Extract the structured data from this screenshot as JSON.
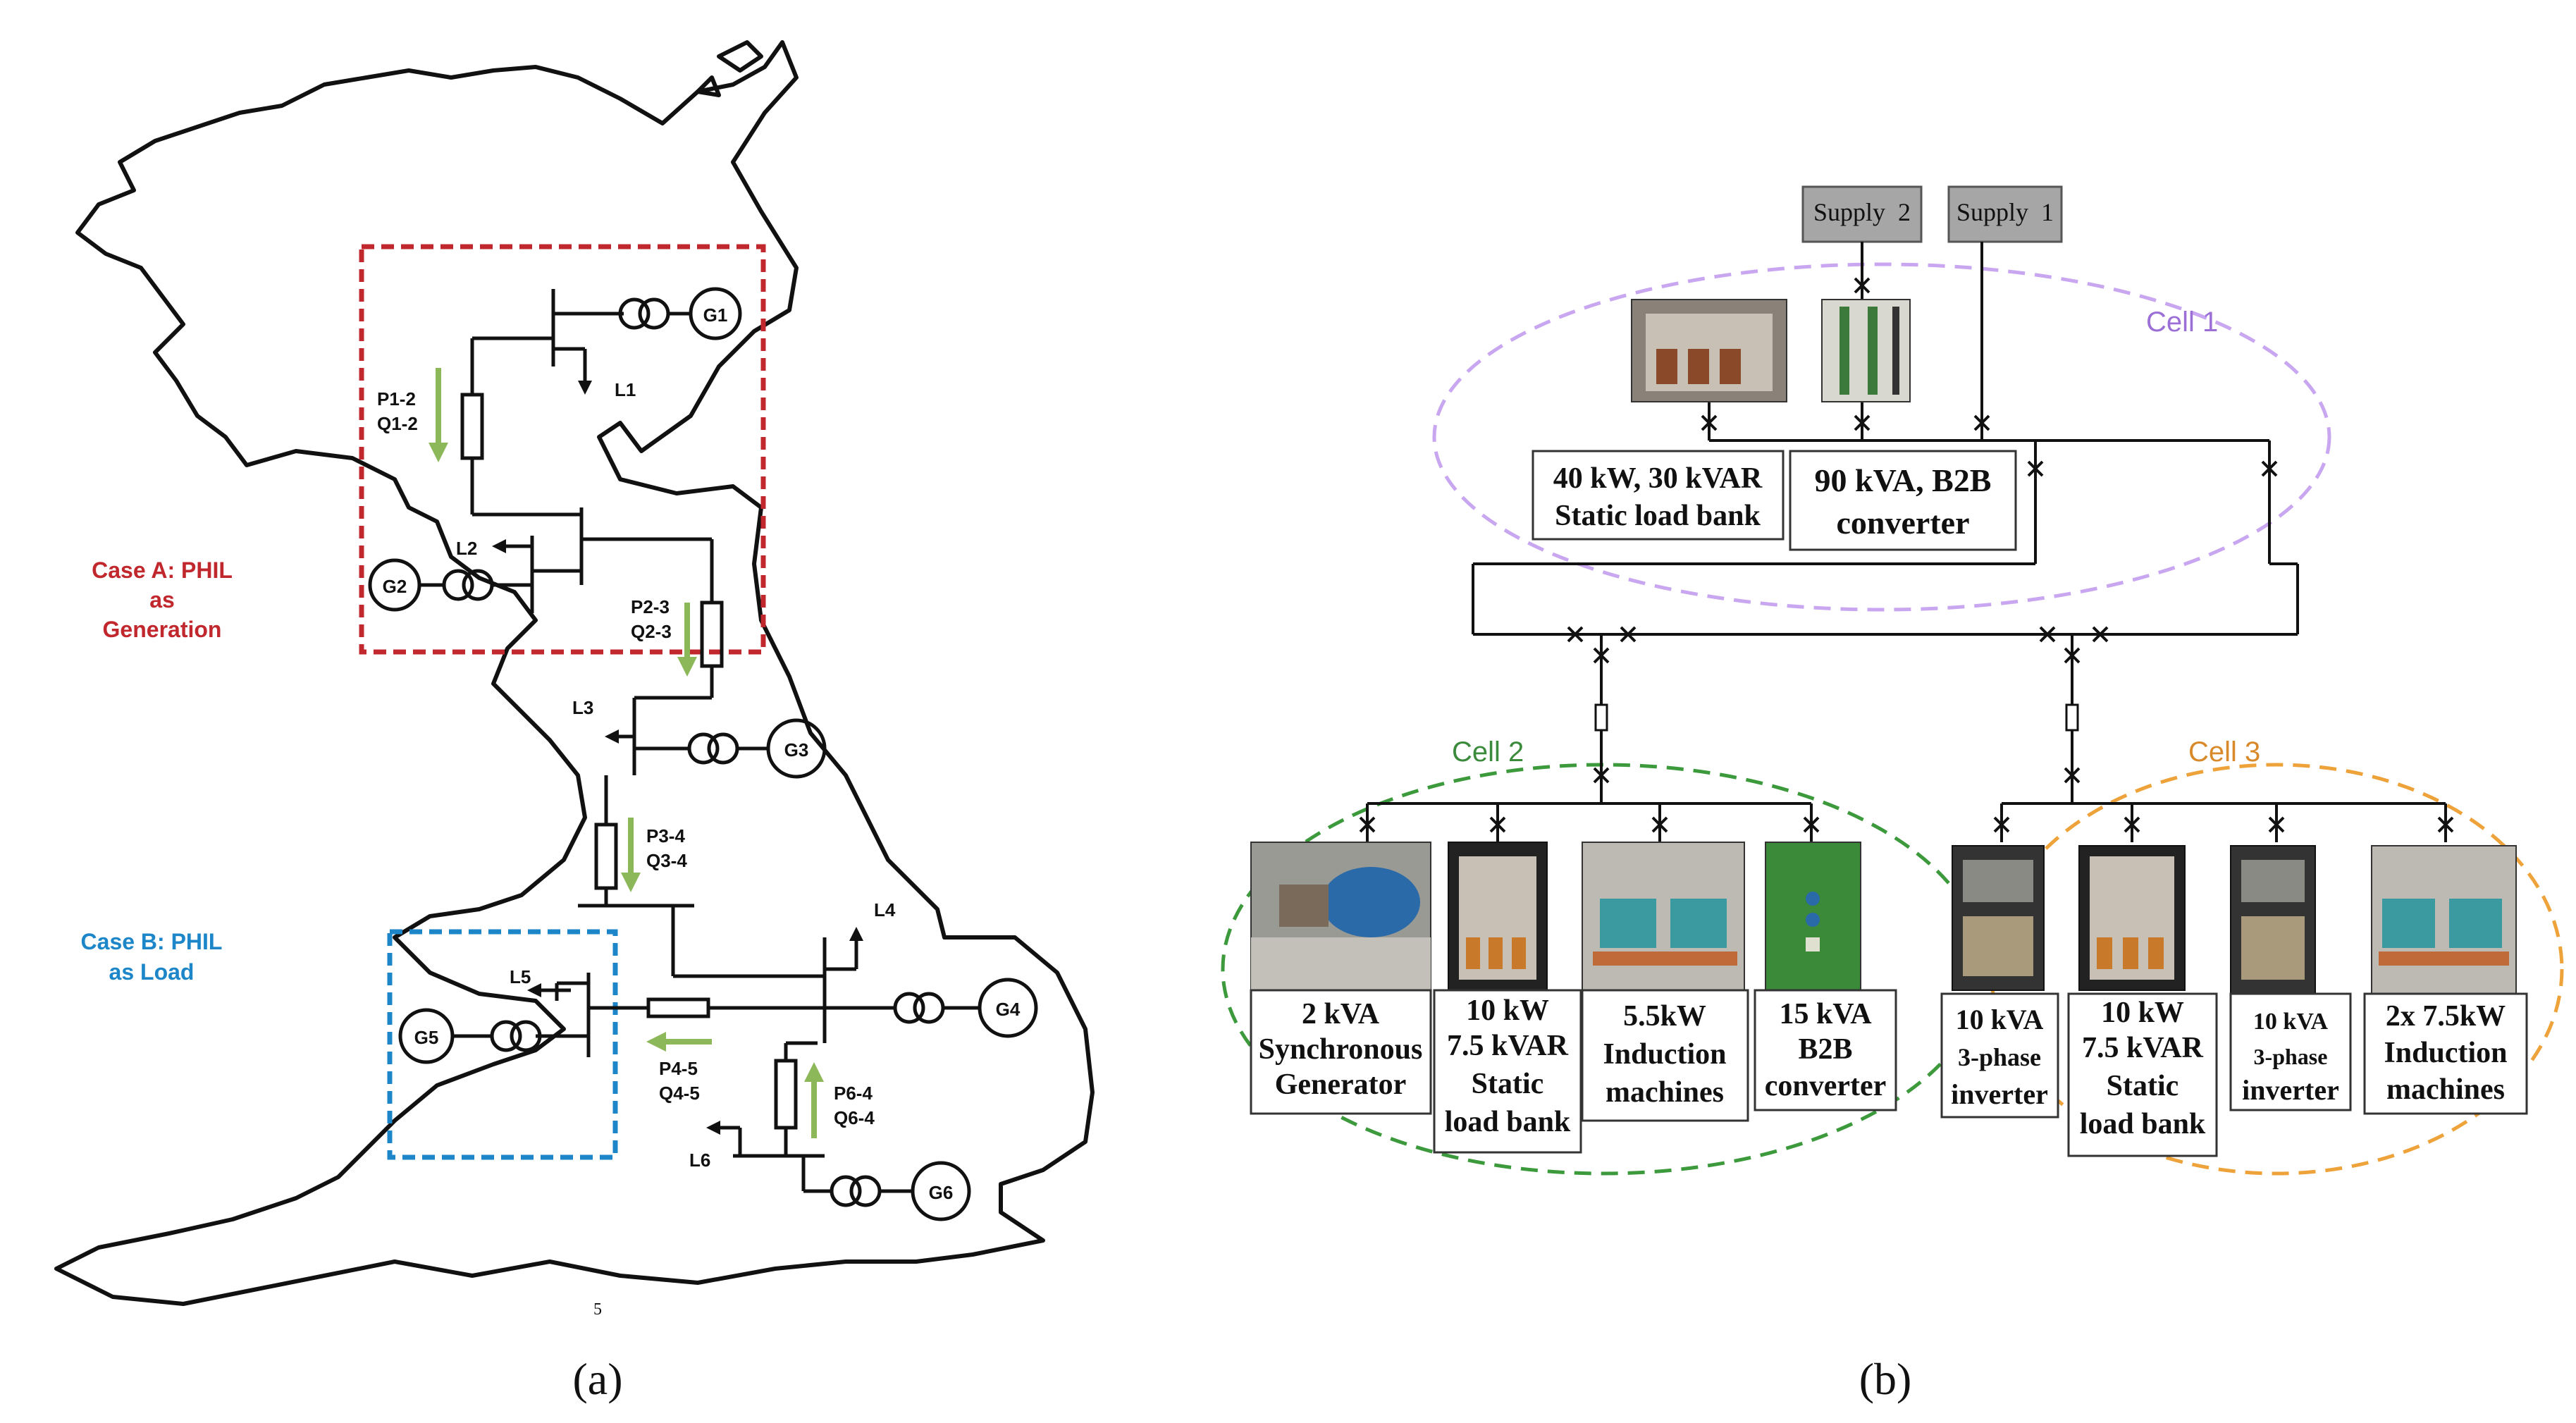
{
  "panel_a": {
    "caption": "(a)",
    "case_a": [
      "Case A: PHIL",
      "as",
      "Generation"
    ],
    "case_b": [
      "Case B: PHIL",
      "as Load"
    ],
    "generators": [
      "G1",
      "G2",
      "G3",
      "G4",
      "G5",
      "G6"
    ],
    "loads": [
      "L1",
      "L2",
      "L3",
      "L4",
      "L5",
      "L6"
    ],
    "flows": {
      "f12": [
        "P1-2",
        "Q1-2"
      ],
      "f23": [
        "P2-3",
        "Q2-3"
      ],
      "f34": [
        "P3-4",
        "Q3-4"
      ],
      "f45": [
        "P4-5",
        "Q4-5"
      ],
      "f64": [
        "P6-4",
        "Q6-4"
      ]
    },
    "page_number": "5",
    "colors": {
      "case_a": "#c0282d",
      "case_b": "#1c86c8",
      "flow_arrow": "#8db85a"
    }
  },
  "panel_b": {
    "caption": "(b)",
    "supplies": [
      "Supply  2",
      "Supply  1"
    ],
    "cells": [
      "Cell 1",
      "Cell 2",
      "Cell 3"
    ],
    "cell1_boxes": [
      [
        "40 kW, 30 kVAR",
        "Static load bank"
      ],
      [
        "90 kVA, B2B",
        "converter"
      ]
    ],
    "cell2_boxes": [
      [
        "2 kVA",
        "Synchronous",
        "Generator"
      ],
      [
        "10 kW",
        "7.5 kVAR",
        "Static",
        "load bank"
      ],
      [
        "5.5kW",
        "Induction",
        "machines"
      ],
      [
        "15 kVA",
        "B2B",
        "converter"
      ]
    ],
    "cell3_boxes": [
      [
        "10 kVA",
        "3-phase",
        "inverter"
      ],
      [
        "10 kW",
        "7.5 kVAR",
        "Static",
        "load bank"
      ],
      [
        "10 kVA",
        "3-phase",
        "inverter"
      ],
      [
        "2x 7.5kW",
        "Induction",
        "machines"
      ]
    ],
    "colors": {
      "cell1": "#c9a6f0",
      "cell2": "#3c9a3c",
      "cell3": "#eea23a",
      "supply_box": "#a6a6a6"
    }
  }
}
